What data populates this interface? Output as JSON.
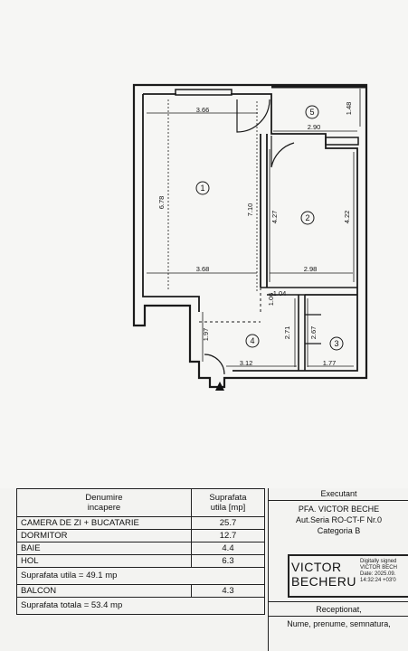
{
  "rooms": [
    {
      "number": "1"
    },
    {
      "number": "2"
    },
    {
      "number": "3"
    },
    {
      "number": "4"
    },
    {
      "number": "5"
    }
  ],
  "dimensions": {
    "d366": "3.66",
    "d290": "2.90",
    "d148": "1.48",
    "d678": "6.78",
    "d710": "7.10",
    "d427": "4.27",
    "d422": "4.22",
    "d368": "3.68",
    "d298": "2.98",
    "d104": "1.04",
    "d106": "1.06",
    "d271": "2.71",
    "d267": "2.67",
    "d197": "1.97",
    "d312": "3.12",
    "d177": "1.77"
  },
  "table": {
    "header_name": "Denumire incapere",
    "header_name_line1": "Denumire",
    "header_name_line2": "incapere",
    "header_area_line1": "Suprafata",
    "header_area_line2": "utila [mp]",
    "rows": [
      {
        "name": "CAMERA DE ZI + BUCATARIE",
        "area": "25.7"
      },
      {
        "name": "DORMITOR",
        "area": "12.7"
      },
      {
        "name": "BAIE",
        "area": "4.4"
      },
      {
        "name": "HOL",
        "area": "6.3"
      }
    ],
    "useful_total": "Suprafata utila = 49.1 mp",
    "balcony_name": "BALCON",
    "balcony_area": "4.3",
    "grand_total": "Suprafata totala = 53.4 mp"
  },
  "executant": {
    "title": "Executant",
    "company": "PFA. VICTOR BECHE",
    "authorization": "Aut.Seria RO-CT-F Nr.0",
    "category": "Categoria B",
    "stamp_line1": "VICTOR",
    "stamp_line2": "BECHERU",
    "signature_line1": "Digitally signed",
    "signature_line2": "VICTOR BECH",
    "signature_line3": "Date: 2025.09.",
    "signature_line4": "14:32:24 +03'0",
    "received": "Receptionat,",
    "received_fields": "Nume, prenume, semnatura,"
  }
}
